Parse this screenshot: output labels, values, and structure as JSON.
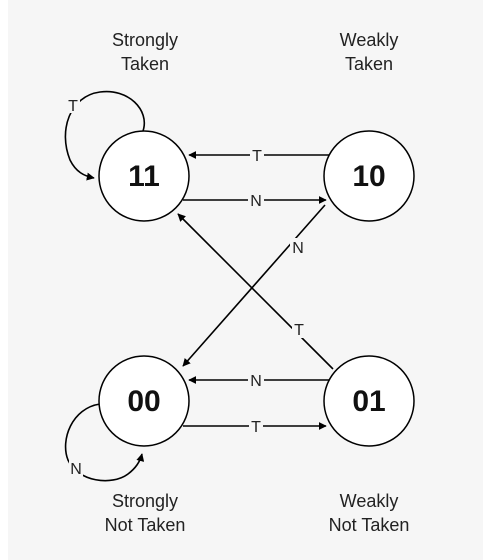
{
  "states": [
    {
      "id": "11",
      "label": "11",
      "caption": [
        "Strongly",
        "Taken"
      ]
    },
    {
      "id": "10",
      "label": "10",
      "caption": [
        "Weakly",
        "Taken"
      ]
    },
    {
      "id": "00",
      "label": "00",
      "caption": [
        "Strongly",
        "Not Taken"
      ]
    },
    {
      "id": "01",
      "label": "01",
      "caption": [
        "Weakly",
        "Not Taken"
      ]
    }
  ],
  "transitions": [
    {
      "from": "10",
      "to": "11",
      "label": "T"
    },
    {
      "from": "11",
      "to": "10",
      "label": "N"
    },
    {
      "from": "10",
      "to": "00",
      "label": "N"
    },
    {
      "from": "01",
      "to": "11",
      "label": "T"
    },
    {
      "from": "01",
      "to": "00",
      "label": "N"
    },
    {
      "from": "00",
      "to": "01",
      "label": "T"
    },
    {
      "from": "11",
      "to": "11",
      "label": "T"
    },
    {
      "from": "00",
      "to": "00",
      "label": "N"
    }
  ],
  "colors": {
    "background": "#f6f6f6",
    "stroke": "#000000",
    "node_fill": "#ffffff"
  }
}
